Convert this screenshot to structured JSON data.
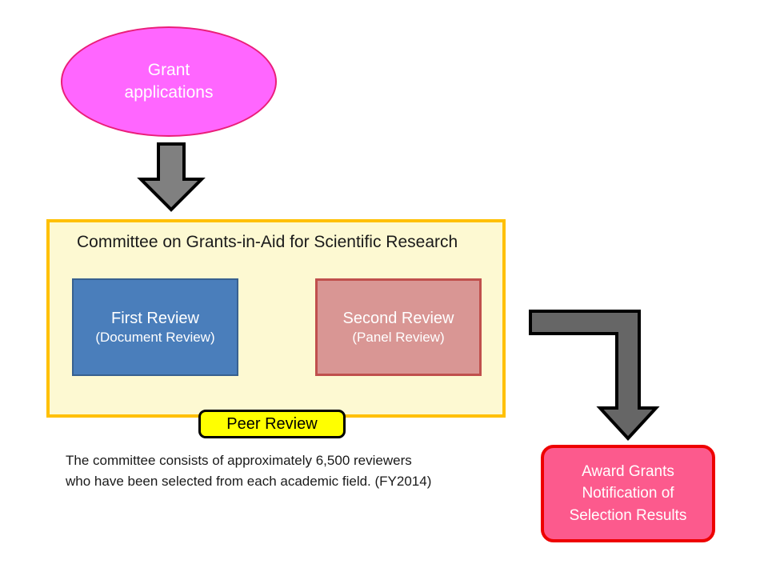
{
  "diagram": {
    "title_semantic": "grant-review-process-flow",
    "colors": {
      "ellipse_fill": "#ff66ff",
      "ellipse_border": "#ea1e79",
      "committee_fill": "#fdf9d2",
      "committee_border": "#ffc000",
      "first_review_fill": "#4a7ebb",
      "first_review_border": "#38618f",
      "second_review_fill": "#d99694",
      "second_review_border": "#c0504d",
      "peer_badge_fill": "#ffff00",
      "peer_badge_border": "#000000",
      "award_fill": "#fc5a8d",
      "award_border": "#ee0000",
      "arrow_fill": "#808080",
      "arrow_border": "#000000",
      "text_light": "#ffffff",
      "text_dark": "#1a1a1a",
      "background": "#ffffff"
    }
  },
  "start_node": {
    "line1": "Grant",
    "line2": "applications"
  },
  "arrows": {
    "down_to_committee": "down-arrow-icon",
    "first_to_second": "right-arrow-icon",
    "committee_to_award": "elbow-arrow-icon"
  },
  "committee": {
    "title": "Committee on Grants-in-Aid for Scientific Research",
    "reviews": [
      {
        "title": "First Review",
        "subtitle": "(Document Review)"
      },
      {
        "title": "Second Review",
        "subtitle": "(Panel Review)"
      }
    ]
  },
  "peer_review_badge": {
    "label": "Peer Review"
  },
  "caption": {
    "line1": "The committee consists of approximately 6,500 reviewers",
    "line2": "who have been selected from each academic field. (FY2014)"
  },
  "award_node": {
    "line1": "Award Grants",
    "line2": "Notification of",
    "line3": "Selection Results"
  }
}
